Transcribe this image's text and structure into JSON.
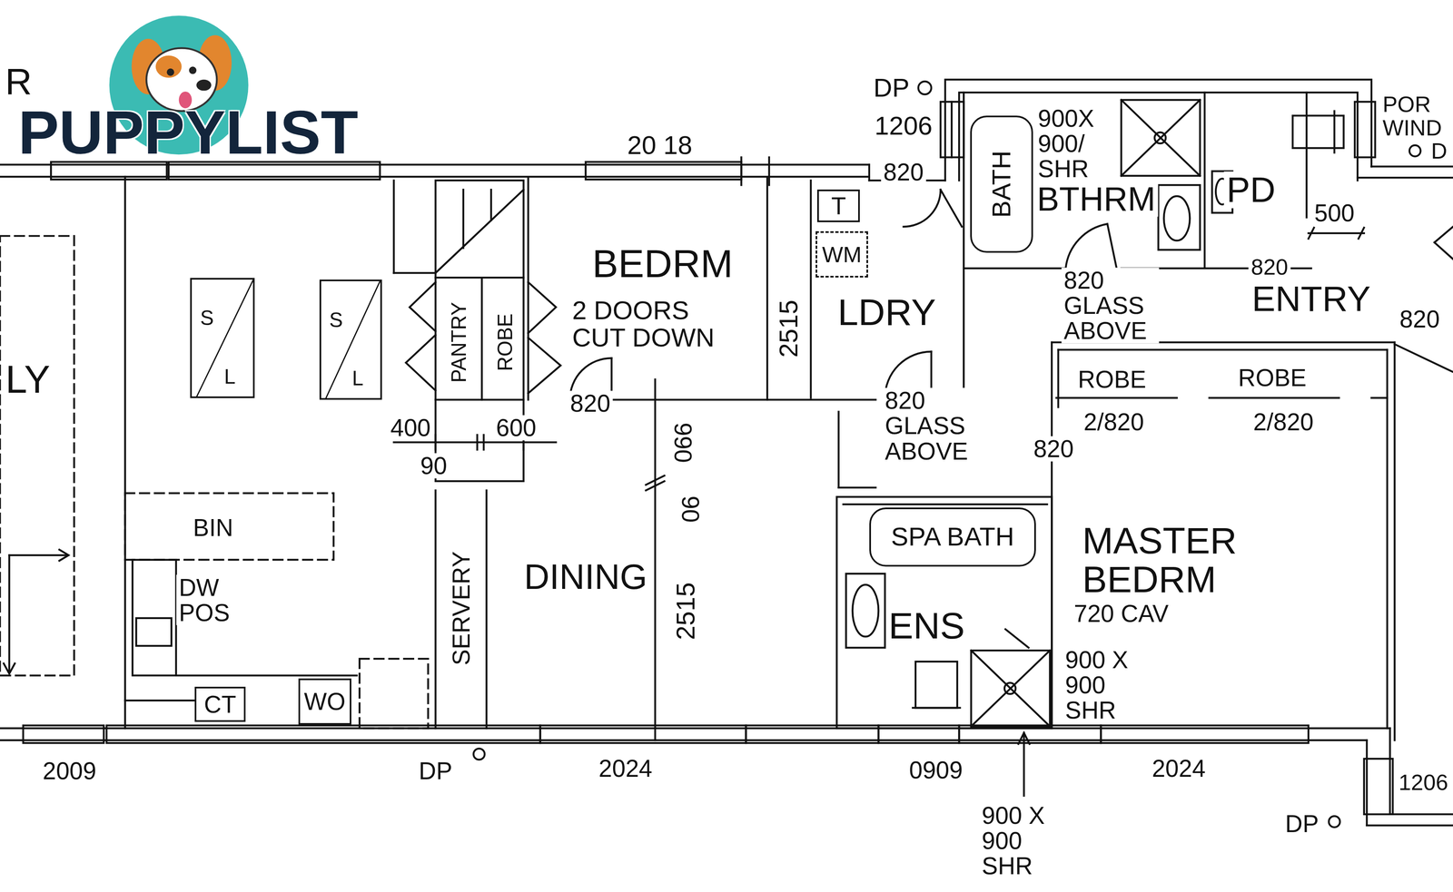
{
  "diagram": {
    "nodes": [
      {
        "text": [
          "S",
          "L"
        ]
      },
      {
        "text": [
          "S",
          "L"
        ]
      },
      {
        "text": [
          "BATH"
        ]
      },
      {
        "text": [
          "T"
        ]
      },
      {
        "text": [
          "WM"
        ]
      },
      {
        "text": [
          "SPA BATH"
        ]
      },
      {
        "text": [
          "CT"
        ]
      },
      {
        "text": [
          "WO"
        ]
      }
    ],
    "labels": [
      "R",
      "PUPPYLIST",
      "LY",
      "DP",
      "1206",
      "820",
      "900X 900/ SHR",
      "BTHRM",
      "PD",
      "500",
      "POR WIND",
      "D",
      "20 18",
      "BEDRM",
      "2 DOORS CUT DOWN",
      "2515",
      "LDRY",
      "PANTRY",
      "ROBE",
      "820",
      "400",
      "600",
      "90",
      "990",
      "90",
      "2515",
      "DINING",
      "BIN",
      "DW POS",
      "SERVERY",
      "820 GLASS ABOVE",
      "820",
      "820 GLASS ABOVE",
      "820",
      "ENTRY",
      "820",
      "ROBE",
      "ROBE",
      "2/820",
      "2/820",
      "MASTER BEDRM",
      "720 CAV",
      "ENS",
      "900 X 900 SHR",
      "900 X 900 SHR",
      "2009",
      "DP",
      "2024",
      "0909",
      "2024",
      "1206",
      "DP"
    ]
  }
}
